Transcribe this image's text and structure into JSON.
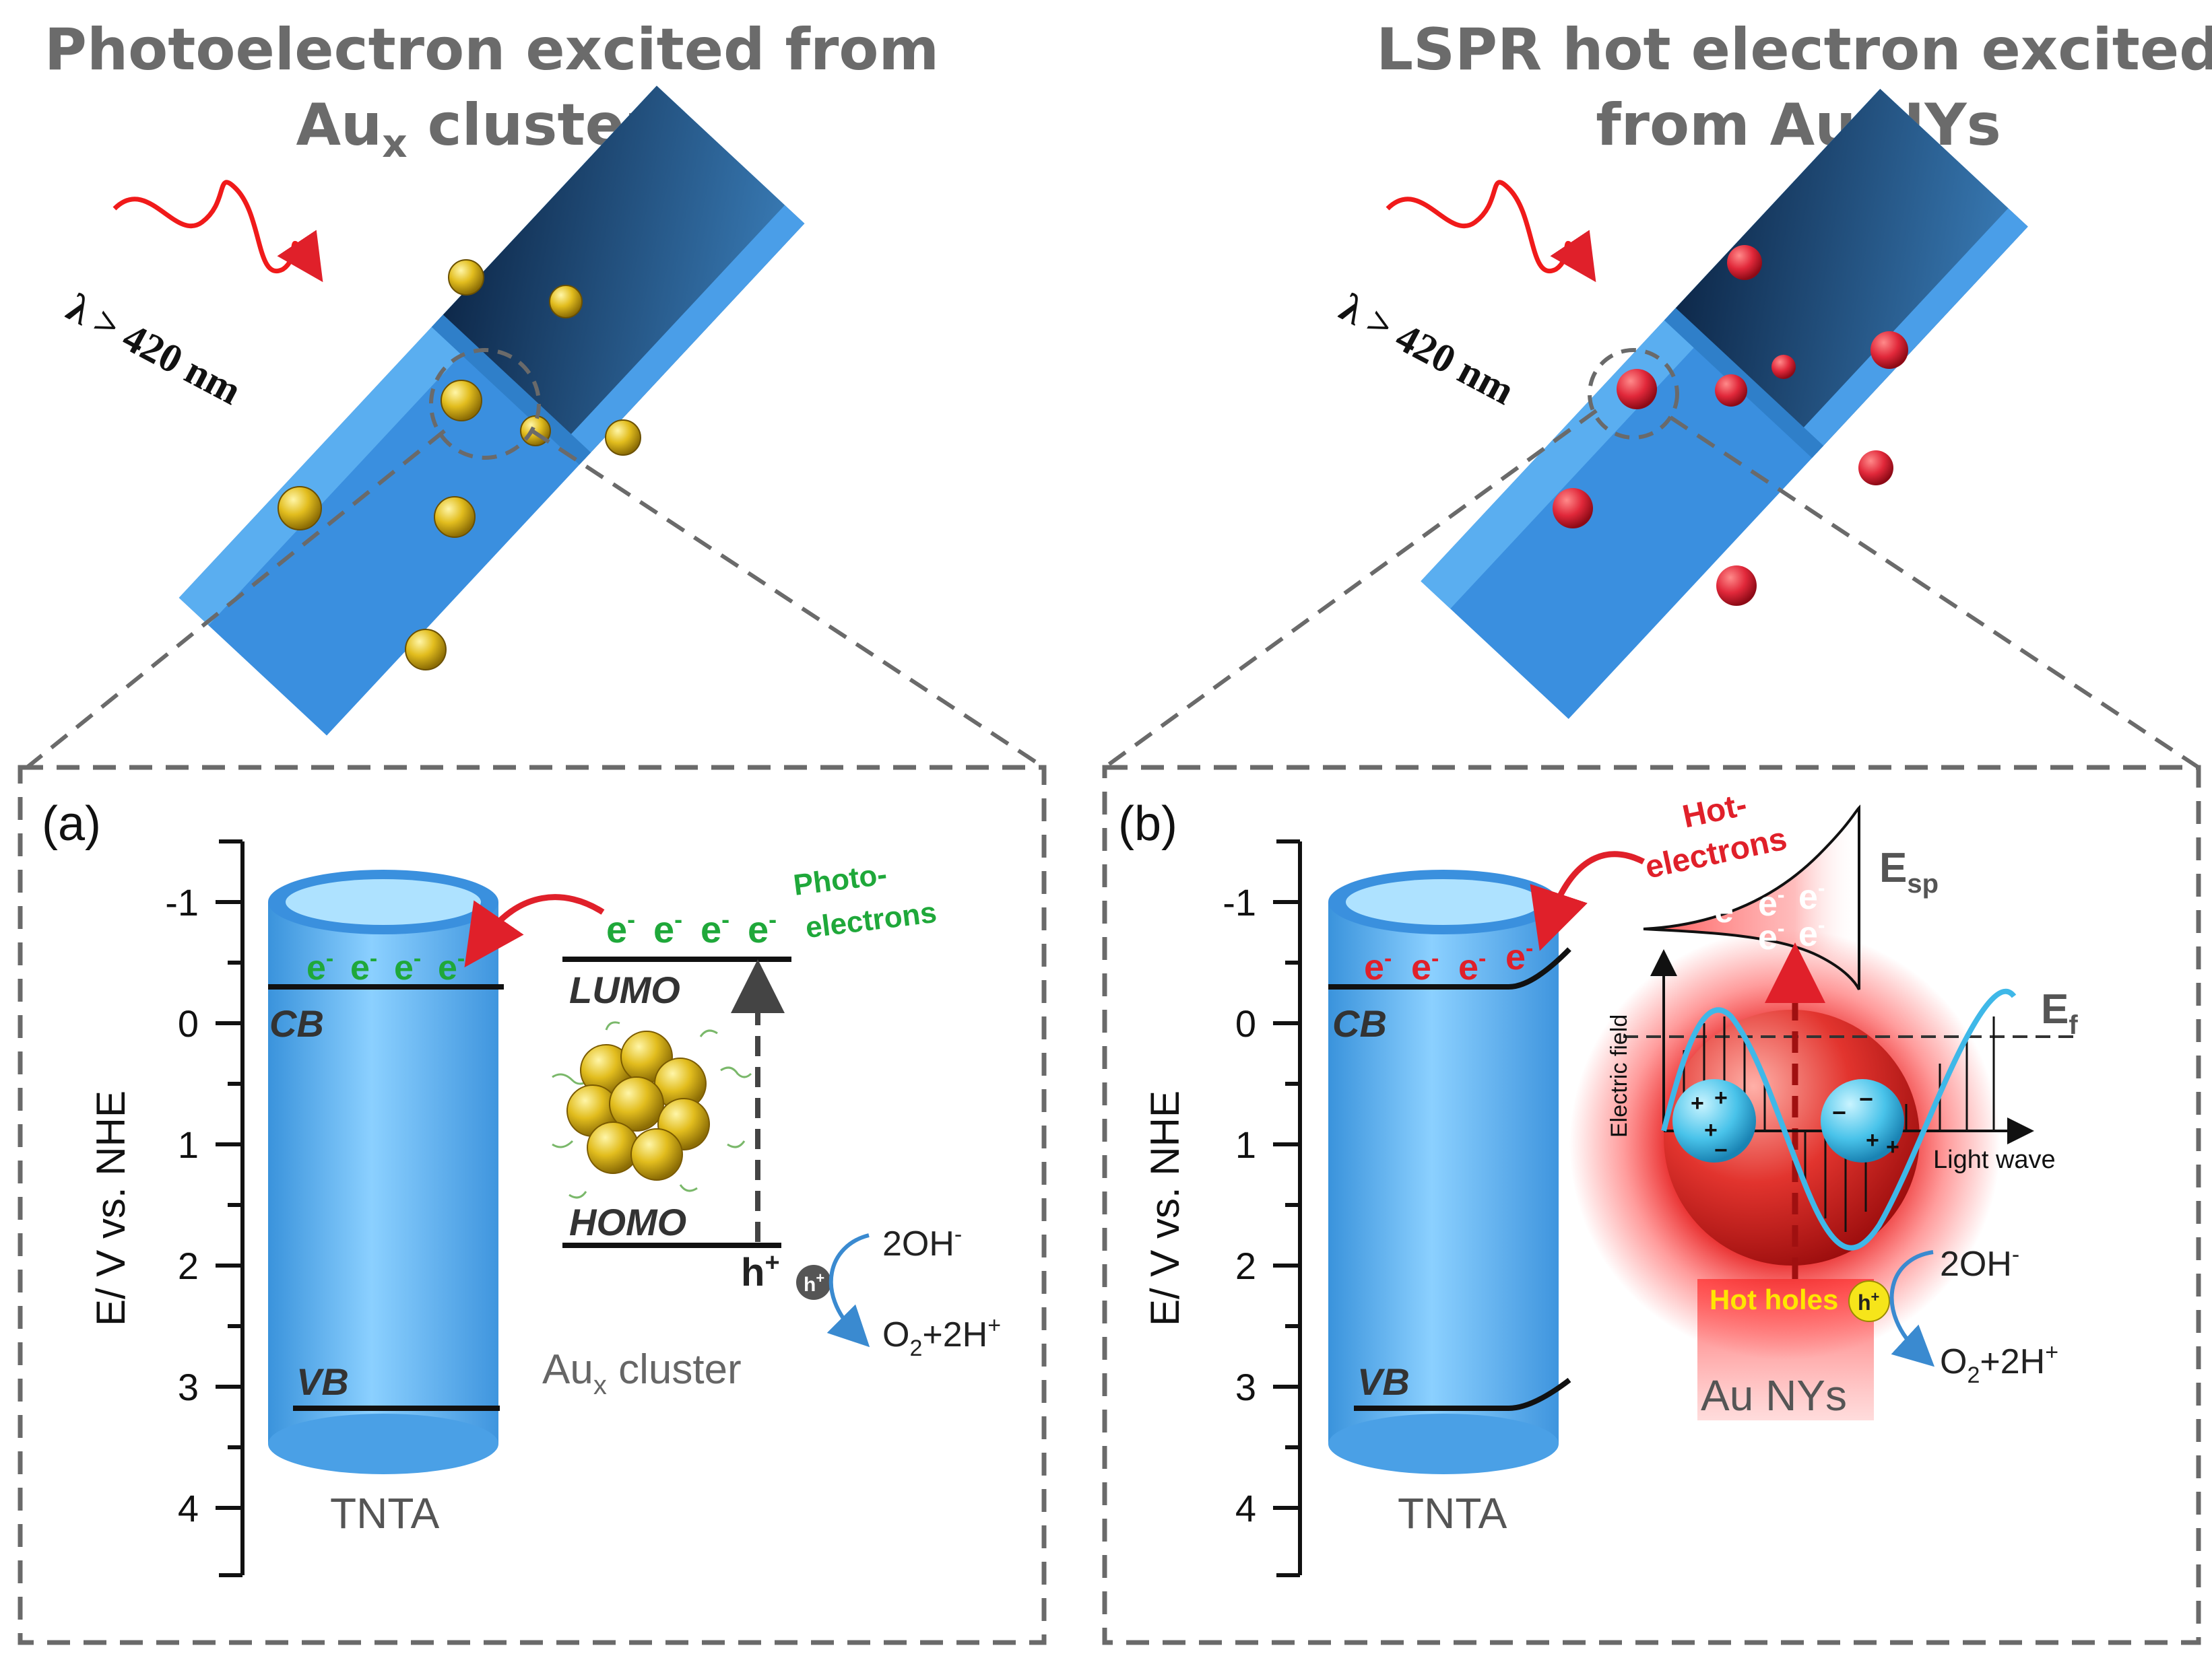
{
  "left": {
    "title_line1": "Photoelectron excited from",
    "title_line2_base": "Au",
    "title_line2_sub": "x",
    "title_line2_rest": " clusters",
    "wavelength": "λ > 420 nm",
    "panel_label": "(a)",
    "ylabel": "E/ V vs. NHE",
    "ticks": [
      "-1",
      "0",
      "1",
      "2",
      "3",
      "4"
    ],
    "cb": "CB",
    "vb": "VB",
    "tube_label": "TNTA",
    "lumo": "LUMO",
    "homo": "HOMO",
    "photo_label_1": "Photo-",
    "photo_label_2": "electrons",
    "electron": "e",
    "electron_sup": "-",
    "hole": "h",
    "hole_sup": "+",
    "oh": "2OH",
    "oh_sup": "-",
    "o2_a": "O",
    "o2_sub": "2",
    "o2_b": "+2H",
    "o2_sup": "+",
    "cluster_label_base": "Au",
    "cluster_label_sub": "x",
    "cluster_label_rest": " cluster"
  },
  "right": {
    "title_line1": "LSPR hot electron excited",
    "title_line2": "from Au NYs",
    "wavelength": "λ > 420 nm",
    "panel_label": "(b)",
    "ylabel": "E/ V vs. NHE",
    "ticks": [
      "-1",
      "0",
      "1",
      "2",
      "3",
      "4"
    ],
    "cb": "CB",
    "vb": "VB",
    "tube_label": "TNTA",
    "hot_electrons_1": "Hot-",
    "hot_electrons_2": "electrons",
    "esp_base": "E",
    "esp_sub": "sp",
    "ef_base": "E",
    "ef_sub": "f",
    "electric_field": "Electric field",
    "light_wave": "Light wave",
    "hot_holes": "Hot holes",
    "hole": "h",
    "hole_sup": "+",
    "oh": "2OH",
    "oh_sup": "-",
    "o2_a": "O",
    "o2_sub": "2",
    "o2_b": "+2H",
    "o2_sup": "+",
    "particle_label": "Au NYs",
    "electron": "e",
    "electron_sup": "-"
  },
  "colors": {
    "tube_blue": "#4aa3ea",
    "tube_light": "#8fd3ff",
    "dash_gray": "#6a6a6a",
    "green": "#1fa83a",
    "red": "#e0202a",
    "gold": "#d8b21a",
    "au_red": "#e0283a",
    "wave_red": "#f01a1a",
    "field_blue": "#3fb8e8"
  }
}
